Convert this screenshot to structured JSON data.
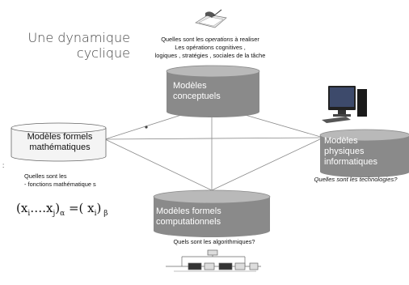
{
  "title": {
    "line1": "Une dynamique",
    "line2": "cyclique"
  },
  "top_question": {
    "prefix": "Quelles sont les ",
    "emphasis": "operations",
    "suffix": " à realiser",
    "line2": "Les  opérations cognitives ,",
    "line3": "logiques , stratégies , sociales  de la tâche"
  },
  "cylinders": {
    "conceptuel": {
      "line1": "Modèles",
      "line2": "conceptuels"
    },
    "physique": {
      "line1": "Modèles",
      "line2": "physiques",
      "line3": "informatiques"
    },
    "computationnel": {
      "line1": "Modèles formels",
      "line2": "computationnels"
    },
    "mathematique": {
      "line1": "Modèles formels",
      "line2": "mathématiques"
    }
  },
  "right_question": "Quelles sont les  technologies?",
  "left_question": {
    "line1": "Quelles sont les",
    "line2": " -  fonctions  mathématique s"
  },
  "bottom_question": "Quels  sont les   algorithmiques?",
  "formula": {
    "a": "(x",
    "i": "i",
    "dots": "….x",
    "j": "j",
    "close": ")",
    "alpha": "α",
    "eq": " =( x",
    "i2": "i",
    "close2": ")",
    "beta": " β"
  },
  "colon": ":",
  "icons": {
    "top": "book-hand-icon",
    "right": "computer-icon",
    "bottom": "circuit-diagram-icon"
  },
  "colors": {
    "cylinder_fill": "#8a8a8a",
    "cylinder_top": "#b5b5b5",
    "math_fill": "#f4f4f4",
    "line": "#7a7a7a"
  }
}
